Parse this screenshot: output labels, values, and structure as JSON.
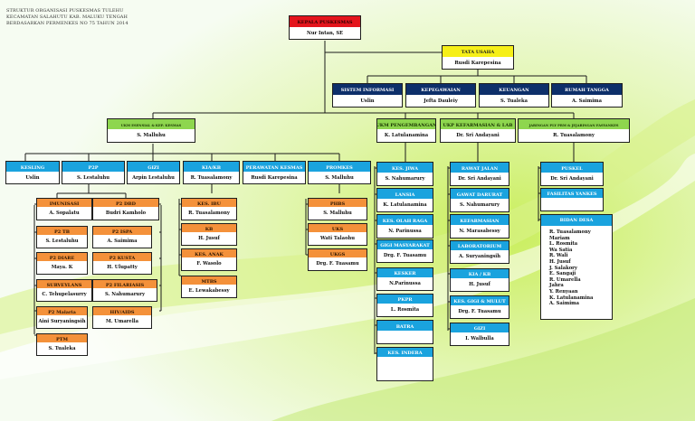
{
  "header_lines": [
    "STRUKTUR ORGANISASI PUSKESMAS TULEHU",
    "KECAMATAN SALAHUTU KAB. MALUKU TENGAH",
    "BERDASARKAN PERMENKES NO 75 TAHUN 2014"
  ],
  "colors": {
    "red": "#e4141c",
    "yellow": "#f6ef18",
    "navy": "#0d2f6a",
    "green": "#8ed64e",
    "blue": "#1aa3de",
    "orange": "#f4913a"
  },
  "nodes": {
    "kepala": {
      "title": "KEPALA PUSKESMAS",
      "name": "Nur Intan, SE"
    },
    "tata_usaha": {
      "title": "TATA USAHA",
      "name": "Rusdi Karepesina"
    },
    "sistem_informasi": {
      "title": "SISTEM INFORMASI",
      "name": "Uslin"
    },
    "kepegawaian": {
      "title": "KEPEGAWAIAN",
      "name": "Jefta Dauleiy"
    },
    "keuangan": {
      "title": "KEUANGAN",
      "name": "S. Tualeka"
    },
    "rumah_tangga": {
      "title": "RUMAH TANGGA",
      "name": "A. Saimima"
    },
    "ukm_esensial": {
      "title": "UKM ESENSIAL & KEP. KESMAS",
      "name": "S. Malluhu"
    },
    "ukm_pengembangan": {
      "title": "UKM PENGEMBANGAN",
      "name": "K. Latulanamina"
    },
    "ukp": {
      "title": "UKP KEFARMASIAN & LAB",
      "name": "Dr. Sri Andayani"
    },
    "jaringan": {
      "title": "JARINGAN PLY PRM & JEJARINGAN FASYANKES",
      "name": "R. Tuasalamony"
    },
    "kesling": {
      "title": "KESLING",
      "name": "Uslin"
    },
    "p2p": {
      "title": "P2P",
      "name": "S. Lestaluhu"
    },
    "gizi": {
      "title": "GIZI",
      "name": "Arpin Lestaluhu"
    },
    "kia_kb": {
      "title": "KIA/KB",
      "name": "R. Tuasalamony"
    },
    "perawatan": {
      "title": "PERAWATAN KESMAS",
      "name": "Rusdi Karepesina"
    },
    "promkes": {
      "title": "PROMKES",
      "name": "S. Malluhu"
    },
    "imunisasi": {
      "title": "IMUNISASI",
      "name": "A. Sopalatu"
    },
    "p2dbd": {
      "title": "P2 DBD",
      "name": "Budri Kamholo"
    },
    "p2tb": {
      "title": "P2 TB",
      "name": "S. Lestaluhu"
    },
    "p2ispa": {
      "title": "P2 ISPA",
      "name": "A. Saimima"
    },
    "p2diare": {
      "title": "P2 DIARE",
      "name": "Maya. K"
    },
    "p2kusta": {
      "title": "P2 KUSTA",
      "name": "H. Ulupatty"
    },
    "surveylans": {
      "title": "SURVEYLANS",
      "name": "C. Tehupelasurry"
    },
    "p2filariasis": {
      "title": "P2 FILARIASIS",
      "name": "S. Nahumarury"
    },
    "p2malaria": {
      "title": "P2 Malaria",
      "name": "Aini Suryaningsih"
    },
    "hivaids": {
      "title": "HIV/AIDS",
      "name": "M. Umarella"
    },
    "ptm": {
      "title": "PTM",
      "name": "S. Tualeka"
    },
    "kesibu": {
      "title": "KES. IBU",
      "name": "R. Tuasalamony"
    },
    "kb": {
      "title": "KB",
      "name": "H. Jusuf"
    },
    "kesanak": {
      "title": "KES. ANAK",
      "name": "F. Wasolo"
    },
    "mtbs": {
      "title": "MTBS",
      "name": "E. Lewakabessy"
    },
    "phbs": {
      "title": "PHBS",
      "name": "S. Malluhu"
    },
    "uks": {
      "title": "UKS",
      "name": "Wati Talaohu"
    },
    "ukgs": {
      "title": "UKGS",
      "name": "Drg. F. Tuasamu"
    },
    "kesjiwa": {
      "title": "KES. JIWA",
      "name": "S. Nahumarury"
    },
    "lansia": {
      "title": "LANSIA",
      "name": "K. Latulanamina"
    },
    "olahraga": {
      "title": "KES. OLAH RAGA",
      "name": "N. Parinussa"
    },
    "gigimas": {
      "title": "GIGI MASYARAKAT",
      "name": "Drg. F. Tuasamu"
    },
    "kesker": {
      "title": "KESKER",
      "name": "N.Parinussa"
    },
    "pkpr": {
      "title": "PKPR",
      "name": "L. Rosmita"
    },
    "batra": {
      "title": "BATRA",
      "name": ""
    },
    "kesindera": {
      "title": "KES. INDERA",
      "name": ""
    },
    "rawatjalan": {
      "title": "RAWAT JALAN",
      "name": "Dr. Sri Andayani"
    },
    "gawatdarurat": {
      "title": "GAWAT DARURAT",
      "name": "S. Nahumarury"
    },
    "kefarmasian": {
      "title": "KEFARMASIAN",
      "name": "N. Marasabessy"
    },
    "laboratorium": {
      "title": "LABORATORIUM",
      "name": "A. Suryaningsih"
    },
    "kiakb2": {
      "title": "KIA / KB",
      "name": "H. Jusuf"
    },
    "kesgigi": {
      "title": "KES. GIGI & MULUT",
      "name": "Drg. F. Tuasamu"
    },
    "gizi2": {
      "title": "GIZI",
      "name": "I. Walbulla"
    },
    "puskel": {
      "title": "PUSKEL",
      "name": "Dr. Sri Andayani"
    },
    "fasyankes": {
      "title": "FASILITAS YANKES",
      "name": ""
    }
  },
  "bidan_desa": {
    "title": "BIDAN DESA",
    "names": [
      "R. Tuasalamony",
      "Mariam",
      "L. Rosmita",
      "Wa Satia",
      "R. Wali",
      "H. Jusuf",
      "J. Salakory",
      "E. Sangaji",
      "R. Umarella",
      "Jahra",
      "Y. Renyaan",
      "K. Latulanamina",
      "A. Saimima"
    ]
  }
}
